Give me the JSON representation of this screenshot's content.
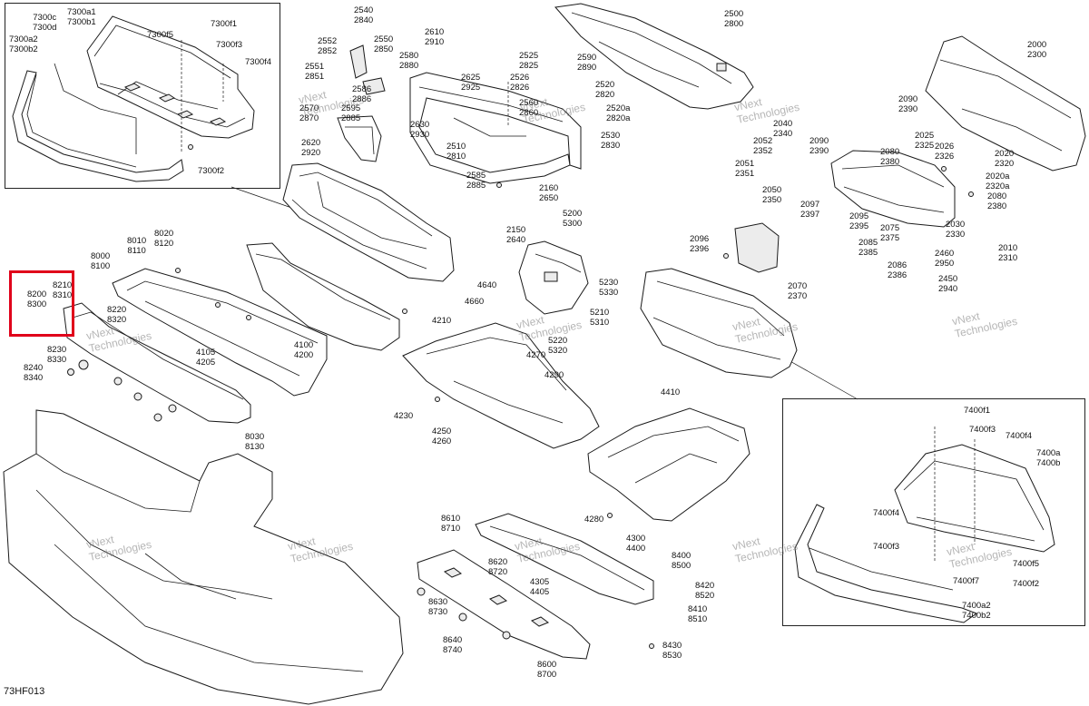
{
  "drawing_code": "73HF013",
  "watermark": [
    "vNext",
    "Technologies"
  ],
  "highlight_color": "#e0001a",
  "callouts": [
    {
      "id": "c7300c",
      "lines": [
        "7300c",
        "7300d"
      ]
    },
    {
      "id": "c7300a1",
      "lines": [
        "7300a1",
        "7300b1"
      ]
    },
    {
      "id": "c7300f1",
      "lines": [
        "7300f1"
      ]
    },
    {
      "id": "c7300f5",
      "lines": [
        "7300f5"
      ]
    },
    {
      "id": "c7300f3",
      "lines": [
        "7300f3"
      ]
    },
    {
      "id": "c7300a2",
      "lines": [
        "7300a2",
        "7300b2"
      ]
    },
    {
      "id": "c7300f4",
      "lines": [
        "7300f4"
      ]
    },
    {
      "id": "c7300f2",
      "lines": [
        "7300f2"
      ]
    },
    {
      "id": "c2540",
      "lines": [
        "2540",
        "2840"
      ]
    },
    {
      "id": "c2552",
      "lines": [
        "2552",
        "2852"
      ]
    },
    {
      "id": "c2550",
      "lines": [
        "2550",
        "2850"
      ]
    },
    {
      "id": "c2610",
      "lines": [
        "2610",
        "2910"
      ]
    },
    {
      "id": "c2580",
      "lines": [
        "2580",
        "2880"
      ]
    },
    {
      "id": "c2551",
      "lines": [
        "2551",
        "2851"
      ]
    },
    {
      "id": "c2586",
      "lines": [
        "2586",
        "2886"
      ]
    },
    {
      "id": "c2570",
      "lines": [
        "2570",
        "2870"
      ]
    },
    {
      "id": "c2595",
      "lines": [
        "2595",
        "2885"
      ]
    },
    {
      "id": "c2625",
      "lines": [
        "2625",
        "2925"
      ]
    },
    {
      "id": "c2630",
      "lines": [
        "2630",
        "2930"
      ]
    },
    {
      "id": "c2620",
      "lines": [
        "2620",
        "2920"
      ]
    },
    {
      "id": "c2510",
      "lines": [
        "2510",
        "2810"
      ]
    },
    {
      "id": "c2500",
      "lines": [
        "2500",
        "2800"
      ]
    },
    {
      "id": "c2590",
      "lines": [
        "2590",
        "2890"
      ]
    },
    {
      "id": "c2525",
      "lines": [
        "2525",
        "2825"
      ]
    },
    {
      "id": "c2526",
      "lines": [
        "2526",
        "2826"
      ]
    },
    {
      "id": "c2520",
      "lines": [
        "2520",
        "2820"
      ]
    },
    {
      "id": "c2560",
      "lines": [
        "2560",
        "2860"
      ]
    },
    {
      "id": "c2520a",
      "lines": [
        "2520a",
        "2820a"
      ]
    },
    {
      "id": "c2530",
      "lines": [
        "2530",
        "2830"
      ]
    },
    {
      "id": "c2585",
      "lines": [
        "2585",
        "2885"
      ]
    },
    {
      "id": "c2160",
      "lines": [
        "2160",
        "2650"
      ]
    },
    {
      "id": "c2150",
      "lines": [
        "2150",
        "2640"
      ]
    },
    {
      "id": "c2000",
      "lines": [
        "2000",
        "2300"
      ]
    },
    {
      "id": "c2090a",
      "lines": [
        "2090",
        "2390"
      ]
    },
    {
      "id": "c2040",
      "lines": [
        "2040",
        "2340"
      ]
    },
    {
      "id": "c2052",
      "lines": [
        "2052",
        "2352"
      ]
    },
    {
      "id": "c2090b",
      "lines": [
        "2090",
        "2390"
      ]
    },
    {
      "id": "c2025",
      "lines": [
        "2025",
        "2325"
      ]
    },
    {
      "id": "c2026",
      "lines": [
        "2026",
        "2326"
      ]
    },
    {
      "id": "c2080a",
      "lines": [
        "2080",
        "2380"
      ]
    },
    {
      "id": "c2020",
      "lines": [
        "2020",
        "2320"
      ]
    },
    {
      "id": "c2051",
      "lines": [
        "2051",
        "2351"
      ]
    },
    {
      "id": "c2020a",
      "lines": [
        "2020a",
        "2320a"
      ]
    },
    {
      "id": "c2050",
      "lines": [
        "2050",
        "2350"
      ]
    },
    {
      "id": "c2097",
      "lines": [
        "2097",
        "2397"
      ]
    },
    {
      "id": "c2080b",
      "lines": [
        "2080",
        "2380"
      ]
    },
    {
      "id": "c2095",
      "lines": [
        "2095",
        "2395"
      ]
    },
    {
      "id": "c2075",
      "lines": [
        "2075",
        "2375"
      ]
    },
    {
      "id": "c2030",
      "lines": [
        "2030",
        "2330"
      ]
    },
    {
      "id": "c2096",
      "lines": [
        "2096",
        "2396"
      ]
    },
    {
      "id": "c2085",
      "lines": [
        "2085",
        "2385"
      ]
    },
    {
      "id": "c2010",
      "lines": [
        "2010",
        "2310"
      ]
    },
    {
      "id": "c2460",
      "lines": [
        "2460",
        "2950"
      ]
    },
    {
      "id": "c2086",
      "lines": [
        "2086",
        "2386"
      ]
    },
    {
      "id": "c2450",
      "lines": [
        "2450",
        "2940"
      ]
    },
    {
      "id": "c2070",
      "lines": [
        "2070",
        "2370"
      ]
    },
    {
      "id": "c8010",
      "lines": [
        "8010",
        "8110"
      ]
    },
    {
      "id": "c8020",
      "lines": [
        "8020",
        "8120"
      ]
    },
    {
      "id": "c8000",
      "lines": [
        "8000",
        "8100"
      ]
    },
    {
      "id": "c8210",
      "lines": [
        "8210",
        "8310"
      ]
    },
    {
      "id": "c8200",
      "lines": [
        "8200",
        "8300"
      ]
    },
    {
      "id": "c8220",
      "lines": [
        "8220",
        "8320"
      ]
    },
    {
      "id": "c8230",
      "lines": [
        "8230",
        "8330"
      ]
    },
    {
      "id": "c8240",
      "lines": [
        "8240",
        "8340"
      ]
    },
    {
      "id": "c4105",
      "lines": [
        "4105",
        "4205"
      ]
    },
    {
      "id": "c4100",
      "lines": [
        "4100",
        "4200"
      ]
    },
    {
      "id": "c4210",
      "lines": [
        "4210"
      ]
    },
    {
      "id": "c8030",
      "lines": [
        "8030",
        "8130"
      ]
    },
    {
      "id": "c5200",
      "lines": [
        "5200",
        "5300"
      ]
    },
    {
      "id": "c4640",
      "lines": [
        "4640"
      ]
    },
    {
      "id": "c4660",
      "lines": [
        "4660"
      ]
    },
    {
      "id": "c5230",
      "lines": [
        "5230",
        "5330"
      ]
    },
    {
      "id": "c5210",
      "lines": [
        "5210",
        "5310"
      ]
    },
    {
      "id": "c5220",
      "lines": [
        "5220",
        "5320"
      ]
    },
    {
      "id": "c4270",
      "lines": [
        "4270"
      ]
    },
    {
      "id": "c4290",
      "lines": [
        "4290"
      ]
    },
    {
      "id": "c4230",
      "lines": [
        "4230"
      ]
    },
    {
      "id": "c4250",
      "lines": [
        "4250",
        "4260"
      ]
    },
    {
      "id": "c4410",
      "lines": [
        "4410"
      ]
    },
    {
      "id": "c4280",
      "lines": [
        "4280"
      ]
    },
    {
      "id": "c4300",
      "lines": [
        "4300",
        "4400"
      ]
    },
    {
      "id": "c8610",
      "lines": [
        "8610",
        "8710"
      ]
    },
    {
      "id": "c8620",
      "lines": [
        "8620",
        "8720"
      ]
    },
    {
      "id": "c4305",
      "lines": [
        "4305",
        "4405"
      ]
    },
    {
      "id": "c8400",
      "lines": [
        "8400",
        "8500"
      ]
    },
    {
      "id": "c8420",
      "lines": [
        "8420",
        "8520"
      ]
    },
    {
      "id": "c8410",
      "lines": [
        "8410",
        "8510"
      ]
    },
    {
      "id": "c8630",
      "lines": [
        "8630",
        "8730"
      ]
    },
    {
      "id": "c8640",
      "lines": [
        "8640",
        "8740"
      ]
    },
    {
      "id": "c8600",
      "lines": [
        "8600",
        "8700"
      ]
    },
    {
      "id": "c8430",
      "lines": [
        "8430",
        "8530"
      ]
    },
    {
      "id": "c7400f1",
      "lines": [
        "7400f1"
      ]
    },
    {
      "id": "c7400f3a",
      "lines": [
        "7400f3"
      ]
    },
    {
      "id": "c7400f4a",
      "lines": [
        "7400f4"
      ]
    },
    {
      "id": "c7400a",
      "lines": [
        "7400a",
        "7400b"
      ]
    },
    {
      "id": "c7400f4b",
      "lines": [
        "7400f4"
      ]
    },
    {
      "id": "c7400f3b",
      "lines": [
        "7400f3"
      ]
    },
    {
      "id": "c7400f5",
      "lines": [
        "7400f5"
      ]
    },
    {
      "id": "c7400f7",
      "lines": [
        "7400f7"
      ]
    },
    {
      "id": "c7400f2",
      "lines": [
        "7400f2"
      ]
    },
    {
      "id": "c7400a2",
      "lines": [
        "7400a2",
        "7400b2"
      ]
    }
  ]
}
